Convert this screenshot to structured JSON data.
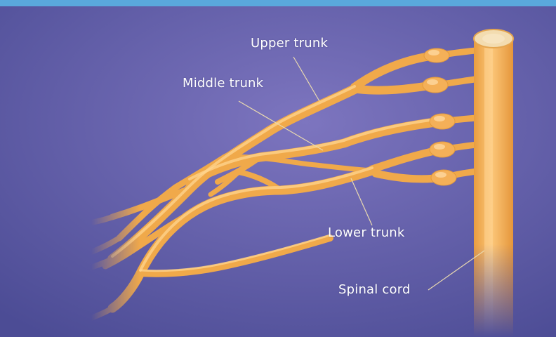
{
  "colors": {
    "top_bar": "#5aa8dc",
    "background_light": "#7a72ba",
    "background_dark": "#4f4f9a",
    "nerve": "#f0a94a",
    "nerve_highlight": "#ffd690",
    "spinal_cord": "#f3b35e",
    "spinal_cord_top": "#f3dcb0",
    "leader_line": "#e9d9b0"
  },
  "labels": {
    "upper_trunk": "Upper trunk",
    "middle_trunk": "Middle trunk",
    "lower_trunk": "Lower trunk",
    "spinal_cord": "Spinal cord"
  }
}
